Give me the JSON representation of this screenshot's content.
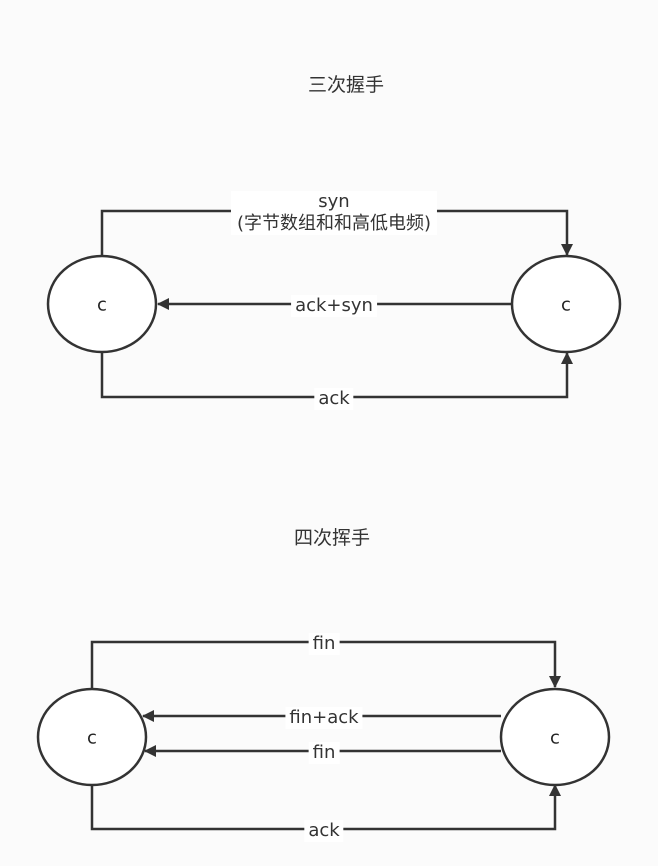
{
  "handshake": {
    "title": "三次握手",
    "nodes": {
      "left": "c",
      "right": "c"
    },
    "edges": {
      "syn": {
        "label": "syn",
        "sublabel": "(字节数组和和高低电频)"
      },
      "ack_syn": {
        "label": "ack+syn"
      },
      "ack": {
        "label": "ack"
      }
    }
  },
  "wave": {
    "title": "四次挥手",
    "nodes": {
      "left": "c",
      "right": "c"
    },
    "edges": {
      "fin_top": {
        "label": "fin"
      },
      "fin_ack": {
        "label": "fin+ack"
      },
      "fin_mid": {
        "label": "fin"
      },
      "ack": {
        "label": "ack"
      }
    }
  },
  "colors": {
    "stroke": "#333333",
    "node_fill": "#ffffff",
    "background": "#fbfbfb"
  }
}
